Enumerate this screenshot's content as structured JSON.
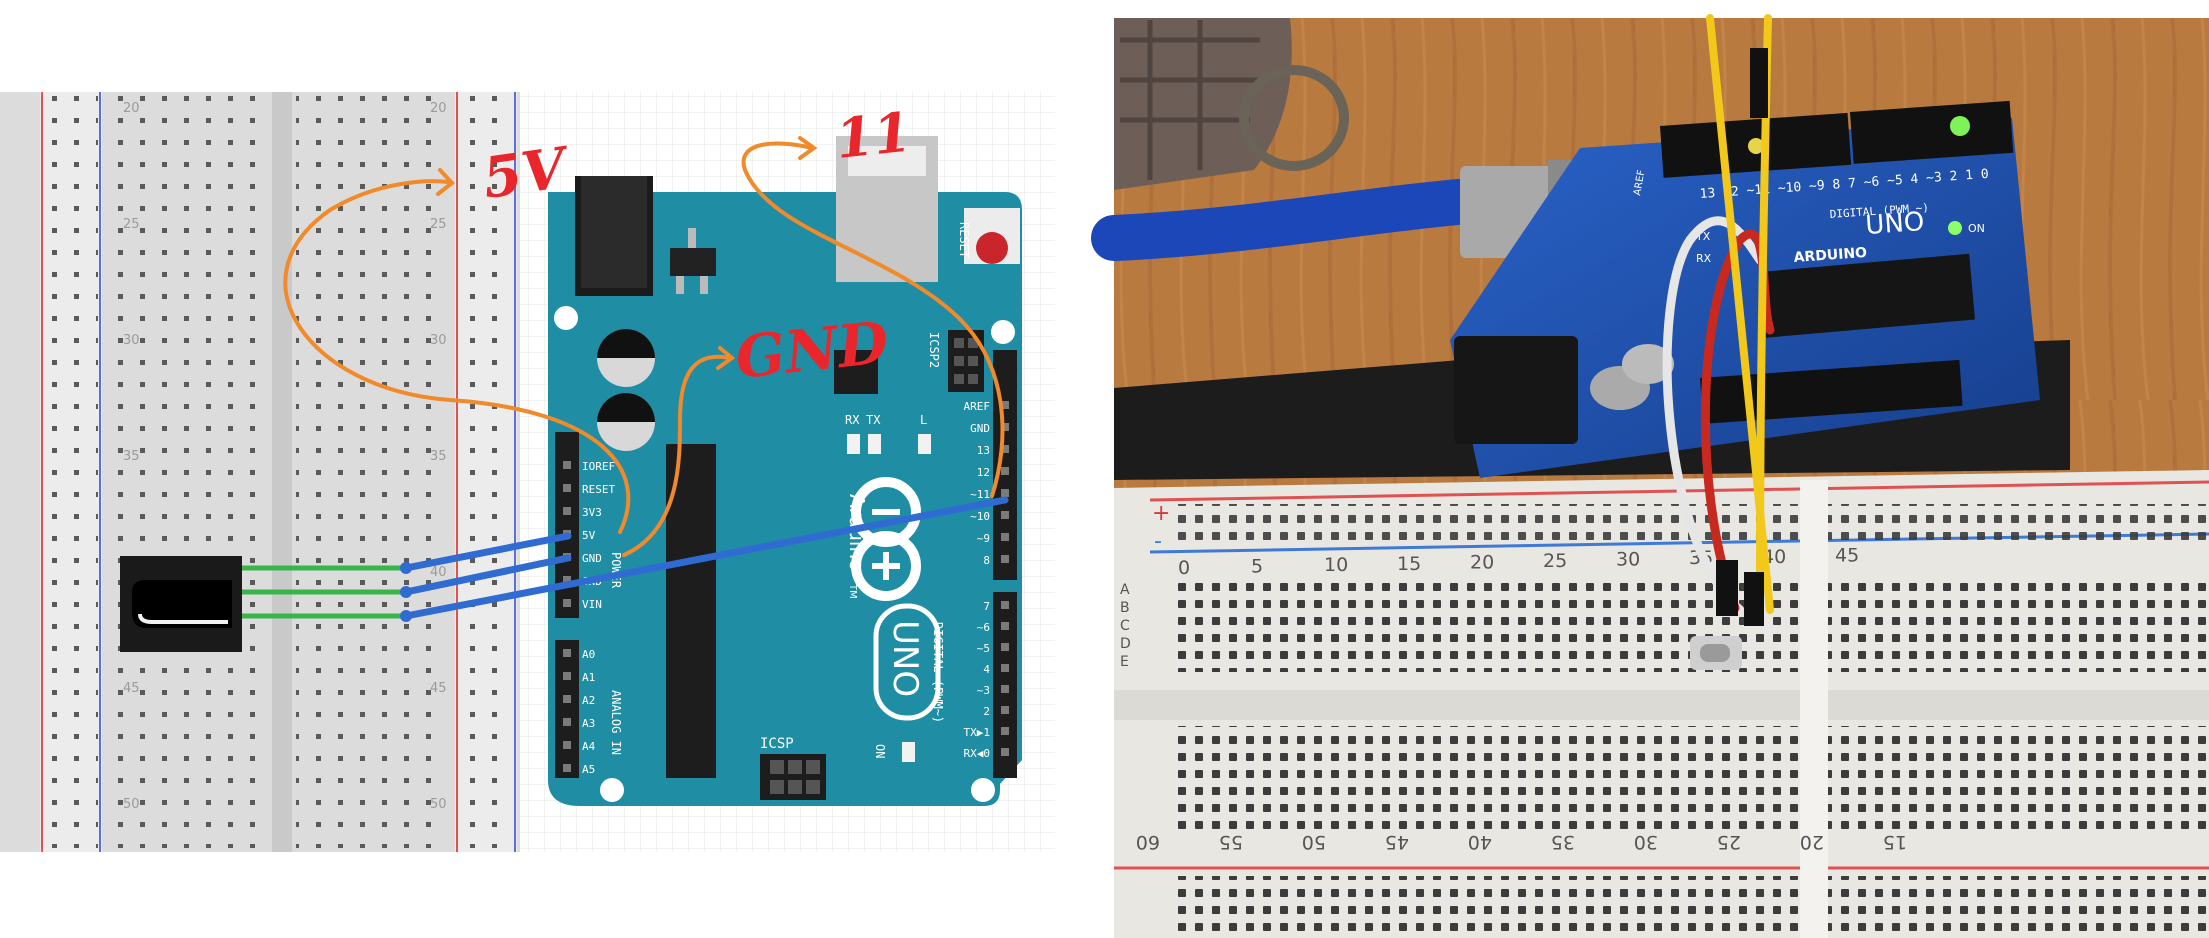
{
  "diagram": {
    "breadboard_row_numbers": [
      "20",
      "25",
      "30",
      "35",
      "40",
      "45",
      "50"
    ],
    "annotations": {
      "five_volt": "5V",
      "ground": "GND",
      "pin_eleven": "11"
    },
    "arduino": {
      "reset_label": "RESET",
      "icsp2_label": "ICSP2",
      "icsp_label": "ICSP",
      "tx_label": "TX",
      "rx_label": "RX",
      "l_label": "L",
      "on_label": "ON",
      "brand": "Arduino",
      "tm": "TM",
      "uno": "UNO",
      "power_label": "POWER",
      "analog_label": "ANALOG IN",
      "digital_label": "DIGITAL (PWM~)",
      "power_pins": [
        "IOREF",
        "RESET",
        "3V3",
        "5V",
        "GND",
        "GND",
        "VIN"
      ],
      "analog_pins": [
        "A0",
        "A1",
        "A2",
        "A3",
        "A4",
        "A5"
      ],
      "digital_top_pins": [
        "AREF",
        "GND",
        "13",
        "12",
        "~11",
        "~10",
        "~9",
        "8"
      ],
      "digital_bottom_pins": [
        "7",
        "~6",
        "~5",
        "4",
        "~3",
        "2",
        "TX▶1",
        "RX◀0"
      ]
    },
    "colors": {
      "board": "#1f8ea5",
      "board_dark": "#167185",
      "annotation_text": "#e8262b",
      "annotation_arrow": "#f08a2b",
      "signal_wire": "#2f6bd1",
      "lead_wire": "#3ab54a",
      "rail_red": "#e05252",
      "rail_blue": "#5b6fd6"
    }
  },
  "photo": {
    "breadboard_top_numbers": [
      "0",
      "5",
      "10",
      "15",
      "20",
      "25",
      "30",
      "35",
      "40",
      "45"
    ],
    "breadboard_bottom_numbers": [
      "60",
      "55",
      "50",
      "45",
      "40",
      "35",
      "30",
      "25",
      "20",
      "15"
    ],
    "row_letters": [
      "A",
      "B",
      "C",
      "D",
      "E"
    ],
    "rail_signs": [
      "+",
      "-"
    ],
    "header_labels": {
      "digital_numbers": "13 12 ~11 ~10 ~9 8  7 ~6 ~5 4 ~3 2 1 0",
      "digital_pwm": "DIGITAL (PWM ~)",
      "brand": "ARDUINO",
      "uno": "UNO",
      "on_label": "ON",
      "tx_label": "TX",
      "rx_label": "RX",
      "aref": "AREF"
    },
    "colors": {
      "desk": "#b97a3f",
      "board": "#1f4fa8",
      "cable": "#1b47b8",
      "breadboard": "#e9e7e2",
      "wire_yellow": "#f2c81b",
      "wire_red": "#c8291e",
      "wire_white": "#e6e6e6"
    }
  }
}
